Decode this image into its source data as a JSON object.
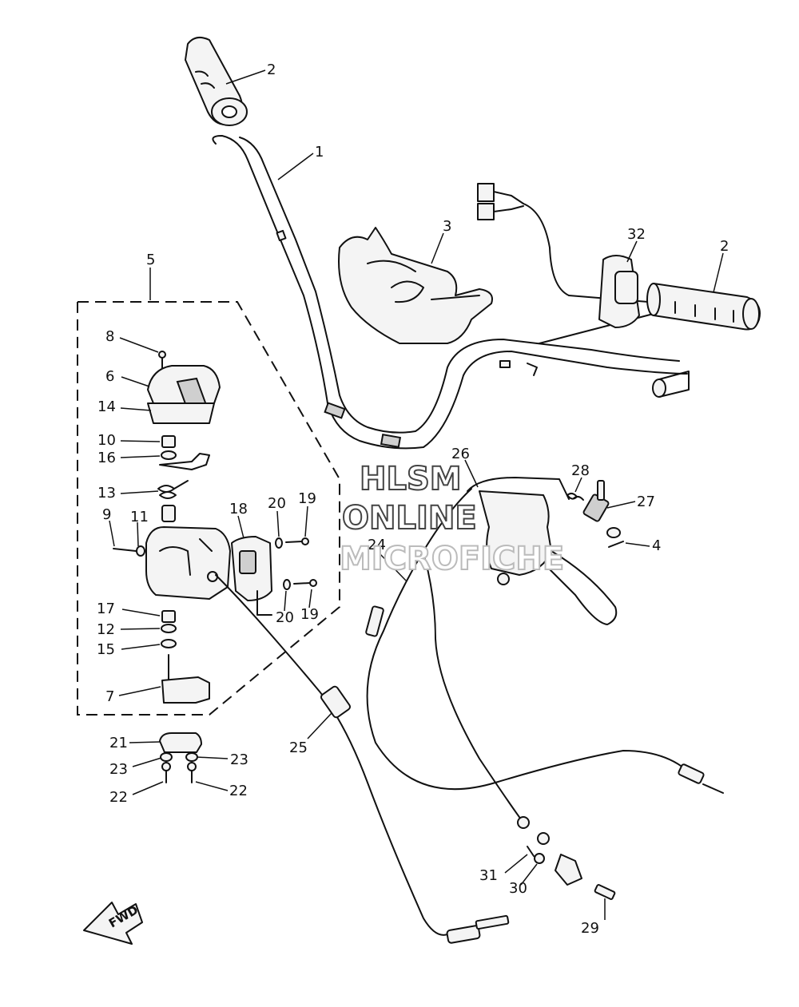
{
  "watermark": {
    "line1": "HLSM",
    "line2": "ONLINE",
    "line3": "MICROFICHE"
  },
  "direction_badge": "FWD",
  "callouts": [
    {
      "id": "c2a",
      "label": "2"
    },
    {
      "id": "c1",
      "label": "1"
    },
    {
      "id": "c3",
      "label": "3"
    },
    {
      "id": "c32",
      "label": "32"
    },
    {
      "id": "c2b",
      "label": "2"
    },
    {
      "id": "c5",
      "label": "5"
    },
    {
      "id": "c8",
      "label": "8"
    },
    {
      "id": "c6",
      "label": "6"
    },
    {
      "id": "c14",
      "label": "14"
    },
    {
      "id": "c10",
      "label": "10"
    },
    {
      "id": "c16",
      "label": "16"
    },
    {
      "id": "c13",
      "label": "13"
    },
    {
      "id": "c9",
      "label": "9"
    },
    {
      "id": "c11",
      "label": "11"
    },
    {
      "id": "c18",
      "label": "18"
    },
    {
      "id": "c20a",
      "label": "20"
    },
    {
      "id": "c19a",
      "label": "19"
    },
    {
      "id": "c20b",
      "label": "20"
    },
    {
      "id": "c19b",
      "label": "19"
    },
    {
      "id": "c17",
      "label": "17"
    },
    {
      "id": "c12",
      "label": "12"
    },
    {
      "id": "c15",
      "label": "15"
    },
    {
      "id": "c7",
      "label": "7"
    },
    {
      "id": "c26",
      "label": "26"
    },
    {
      "id": "c28",
      "label": "28"
    },
    {
      "id": "c27",
      "label": "27"
    },
    {
      "id": "c4",
      "label": "4"
    },
    {
      "id": "c24",
      "label": "24"
    },
    {
      "id": "c21",
      "label": "21"
    },
    {
      "id": "c23a",
      "label": "23"
    },
    {
      "id": "c23b",
      "label": "23"
    },
    {
      "id": "c22a",
      "label": "22"
    },
    {
      "id": "c22b",
      "label": "22"
    },
    {
      "id": "c25",
      "label": "25"
    },
    {
      "id": "c31",
      "label": "31"
    },
    {
      "id": "c30",
      "label": "30"
    },
    {
      "id": "c29",
      "label": "29"
    }
  ]
}
